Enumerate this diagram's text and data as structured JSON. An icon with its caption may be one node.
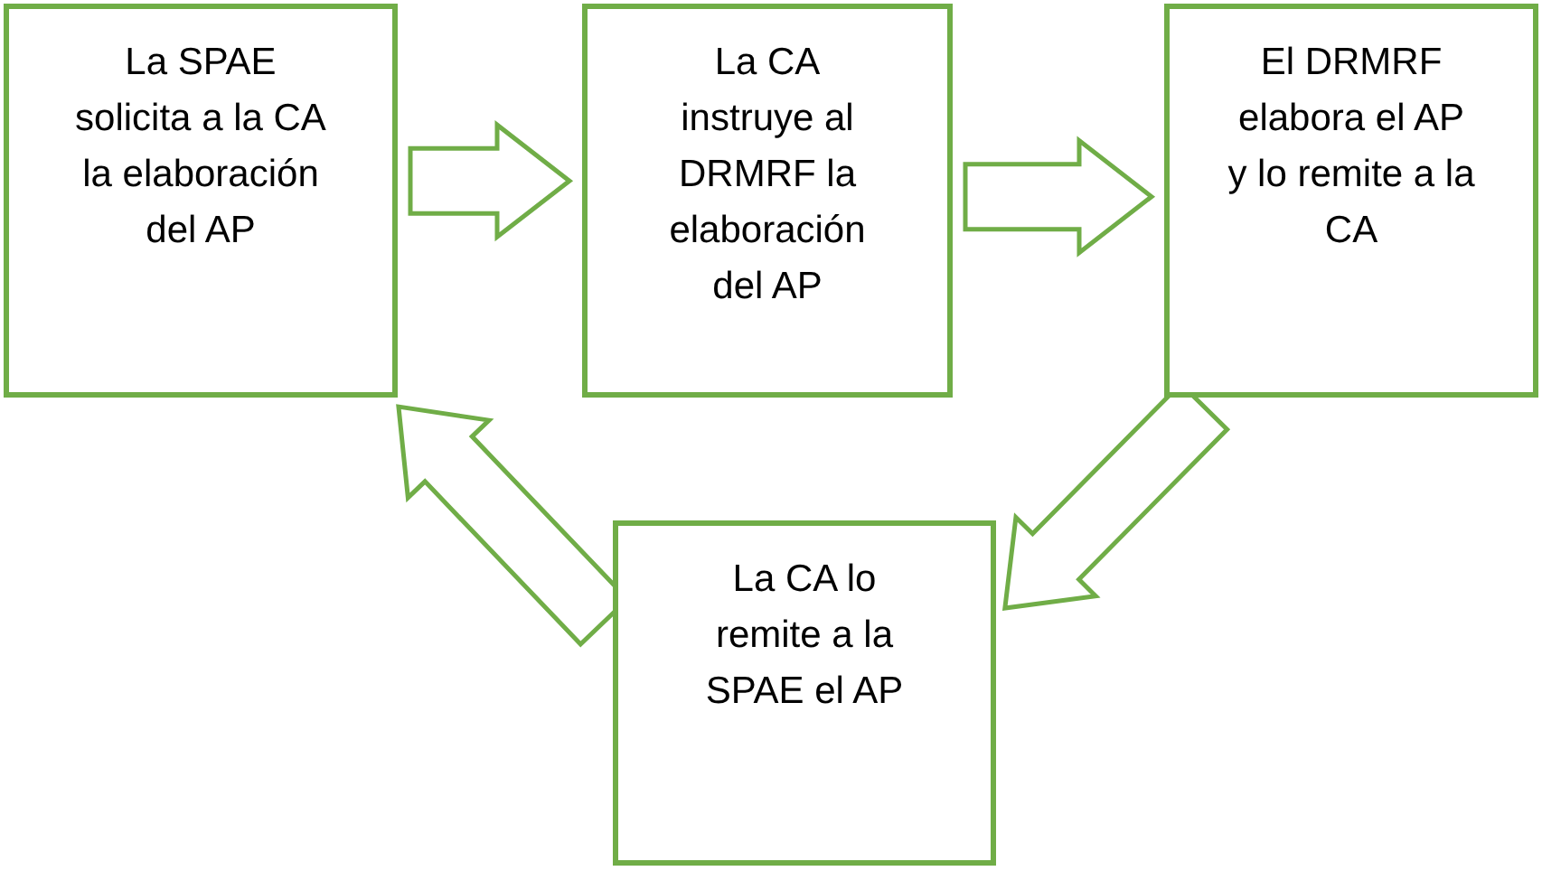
{
  "diagram": {
    "nodes": [
      {
        "text": [
          "La SPAE solicita a la CA la elaboración del AP"
        ]
      },
      {
        "text": [
          "La CA instruye al DRMRF la elaboración del AP"
        ]
      },
      {
        "text": [
          "El DRMRF elabora el AP y lo remite a la CA"
        ]
      },
      {
        "text": [
          "La CA lo remite a la SPAE el AP"
        ]
      }
    ],
    "edges": [
      {
        "from": 0,
        "to": 1,
        "arrow": "to"
      },
      {
        "from": 1,
        "to": 2,
        "arrow": "to"
      },
      {
        "from": 2,
        "to": 3,
        "arrow": "to"
      },
      {
        "from": 3,
        "to": 0,
        "arrow": "to"
      }
    ]
  }
}
